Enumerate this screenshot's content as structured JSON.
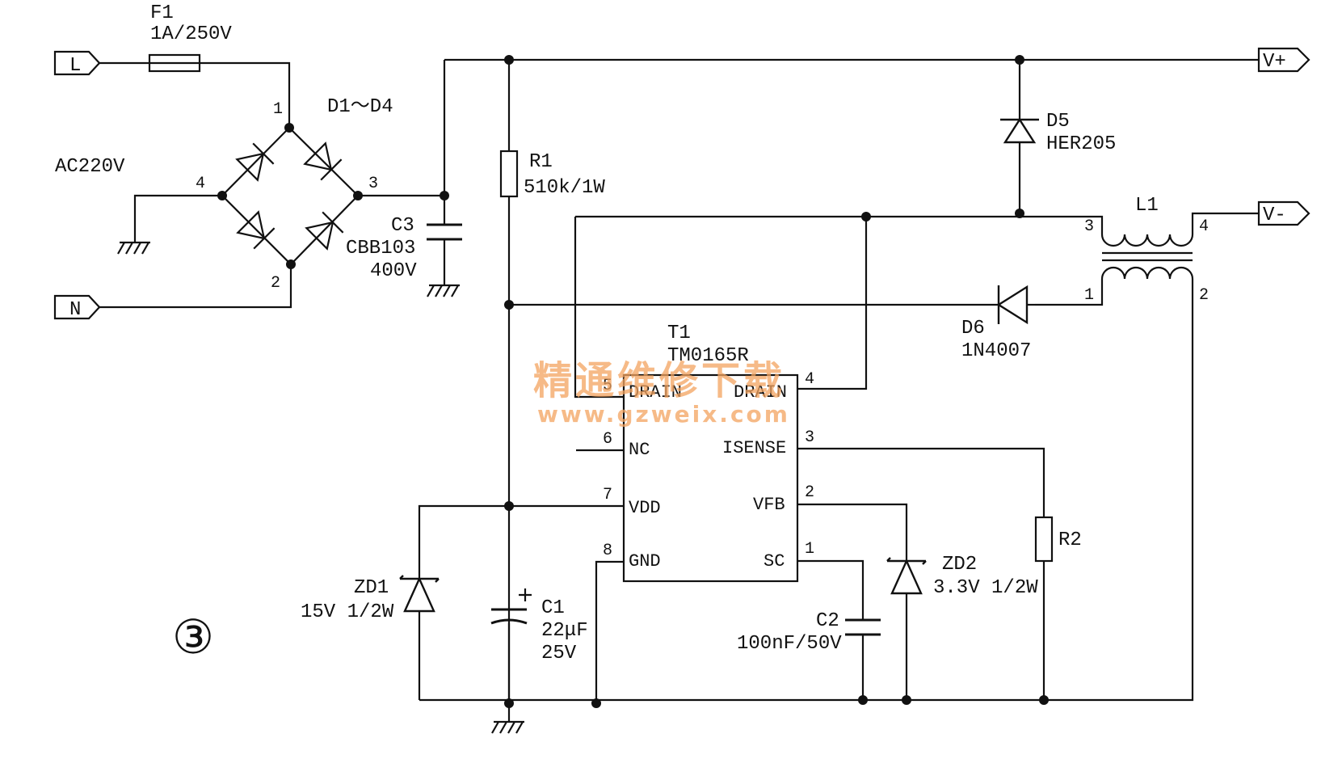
{
  "connectors": {
    "l": "L",
    "n": "N",
    "vplus": "V+",
    "vminus": "V-"
  },
  "labels": {
    "f1_ref": "F1",
    "f1_val": "1A/250V",
    "bridge_ref": "D1～D4",
    "ac_input": "AC220V",
    "c3_ref": "C3",
    "c3_type": "CBB103",
    "c3_volt": "400V",
    "r1_ref": "R1",
    "r1_val": "510k/1W",
    "d5_ref": "D5",
    "d5_val": "HER205",
    "l1_ref": "L1",
    "d6_ref": "D6",
    "d6_val": "1N4007",
    "t1_ref": "T1",
    "t1_val": "TM0165R",
    "zd1_ref": "ZD1",
    "zd1_val": "15V 1/2W",
    "c1_ref": "C1",
    "c1_cap": "22μF",
    "c1_volt": "25V",
    "c2_ref": "C2",
    "c2_val": "100nF/50V",
    "zd2_ref": "ZD2",
    "zd2_val": "3.3V 1/2W",
    "r2_ref": "R2",
    "figure_no": "③"
  },
  "bridge_pins": {
    "p1": "1",
    "p2": "2",
    "p3": "3",
    "p4": "4"
  },
  "l1_pins": {
    "p1": "1",
    "p2": "2",
    "p3": "3",
    "p4": "4"
  },
  "ic": {
    "pins": {
      "p1": "1",
      "p2": "2",
      "p3": "3",
      "p4": "4",
      "p5": "5",
      "p6": "6",
      "p7": "7",
      "p8": "8"
    },
    "names": {
      "drain_left": "DRAIN",
      "drain_right": "DRAIN",
      "nc": "NC",
      "isense": "ISENSE",
      "vdd": "VDD",
      "vfb": "VFB",
      "gnd": "GND",
      "sc": "SC"
    }
  },
  "watermark": {
    "cn": "精通维修下载",
    "url": "www.gzweix.com",
    "color": "#f4a460"
  }
}
